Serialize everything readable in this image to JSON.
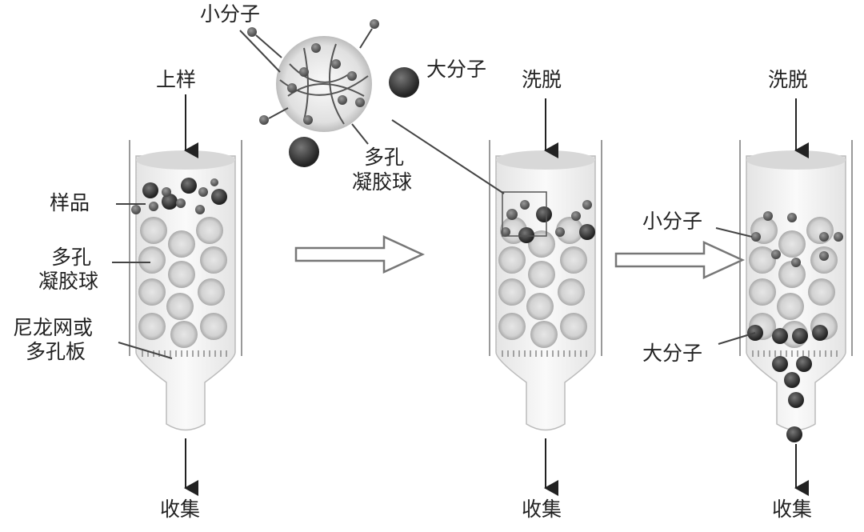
{
  "labels": {
    "load": "上样",
    "elute_1": "洗脱",
    "elute_2": "洗脱",
    "collect_1": "收集",
    "collect_2": "收集",
    "collect_3": "收集",
    "sample": "样品",
    "gel_bead_left_line1": "多孔",
    "gel_bead_left_line2": "凝胶球",
    "mesh_line1": "尼龙网或",
    "mesh_line2": "多孔板",
    "inset_small_molecule": "小分子",
    "inset_large_molecule": "大分子",
    "inset_gel_line1": "多孔",
    "inset_gel_line2": "凝胶球",
    "col3_small_molecule": "小分子",
    "col3_large_molecule": "大分子"
  },
  "colors": {
    "ink": "#222222",
    "gel_bead": "#c8c8c8",
    "molecule": "#3a3a3a",
    "tube": "#eeeeee"
  }
}
